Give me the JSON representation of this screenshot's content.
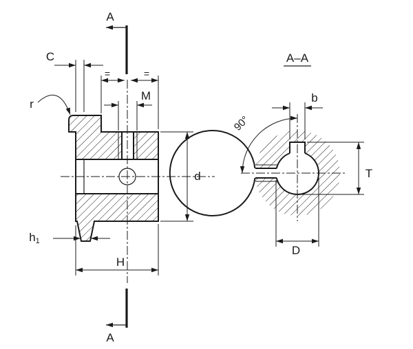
{
  "page": {
    "background": "#ffffff",
    "ink": "#1a1a1a"
  },
  "section_indicator": {
    "top_label": "A",
    "bottom_label": "A"
  },
  "left_view": {
    "dim_c": "C",
    "dim_r": "r",
    "equal_left": "=",
    "equal_right": "=",
    "dim_m": "M",
    "dim_d": "d",
    "dim_h1_base": "h",
    "dim_h1_sub": "1",
    "dim_h": "H"
  },
  "section_view": {
    "title": "A–A",
    "dim_b": "b",
    "dim_angle": "90°",
    "dim_t": "T",
    "dim_d": "D"
  }
}
